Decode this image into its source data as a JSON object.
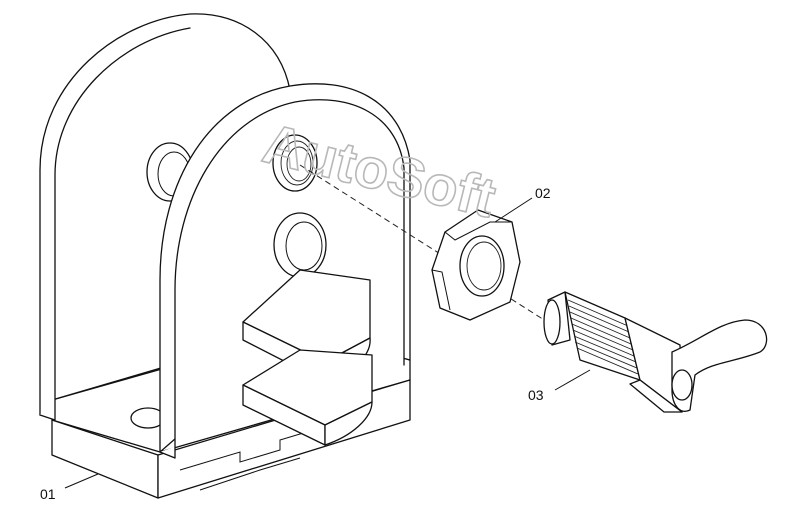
{
  "watermark": "AutoSoft",
  "callouts": [
    {
      "id": "01"
    },
    {
      "id": "02"
    },
    {
      "id": "03"
    }
  ]
}
